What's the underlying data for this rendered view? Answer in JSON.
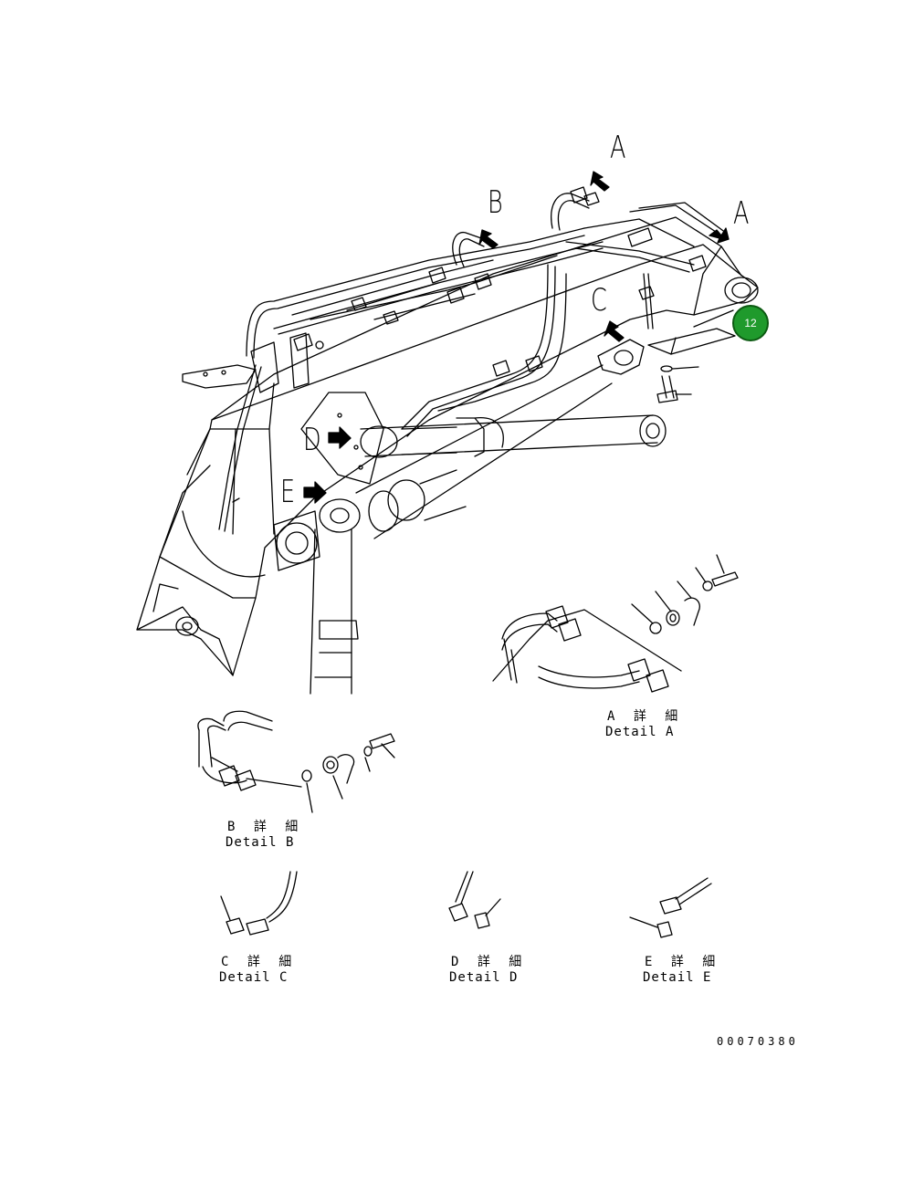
{
  "view_labels": {
    "a_top": "A",
    "a_right": "A",
    "b": "B",
    "c": "C",
    "d": "D",
    "e": "E"
  },
  "callout": {
    "number": "12",
    "color": "#1f9a2c"
  },
  "details": {
    "a": {
      "title_jp": "A 詳 細",
      "title_en": "Detail A"
    },
    "b": {
      "title_jp": "B 詳 細",
      "title_en": "Detail B"
    },
    "c": {
      "title_jp": "C 詳 細",
      "title_en": "Detail C"
    },
    "d": {
      "title_jp": "D 詳 細",
      "title_en": "Detail D"
    },
    "e": {
      "title_jp": "E 詳 細",
      "title_en": "Detail E"
    }
  },
  "document_number": "00070380"
}
